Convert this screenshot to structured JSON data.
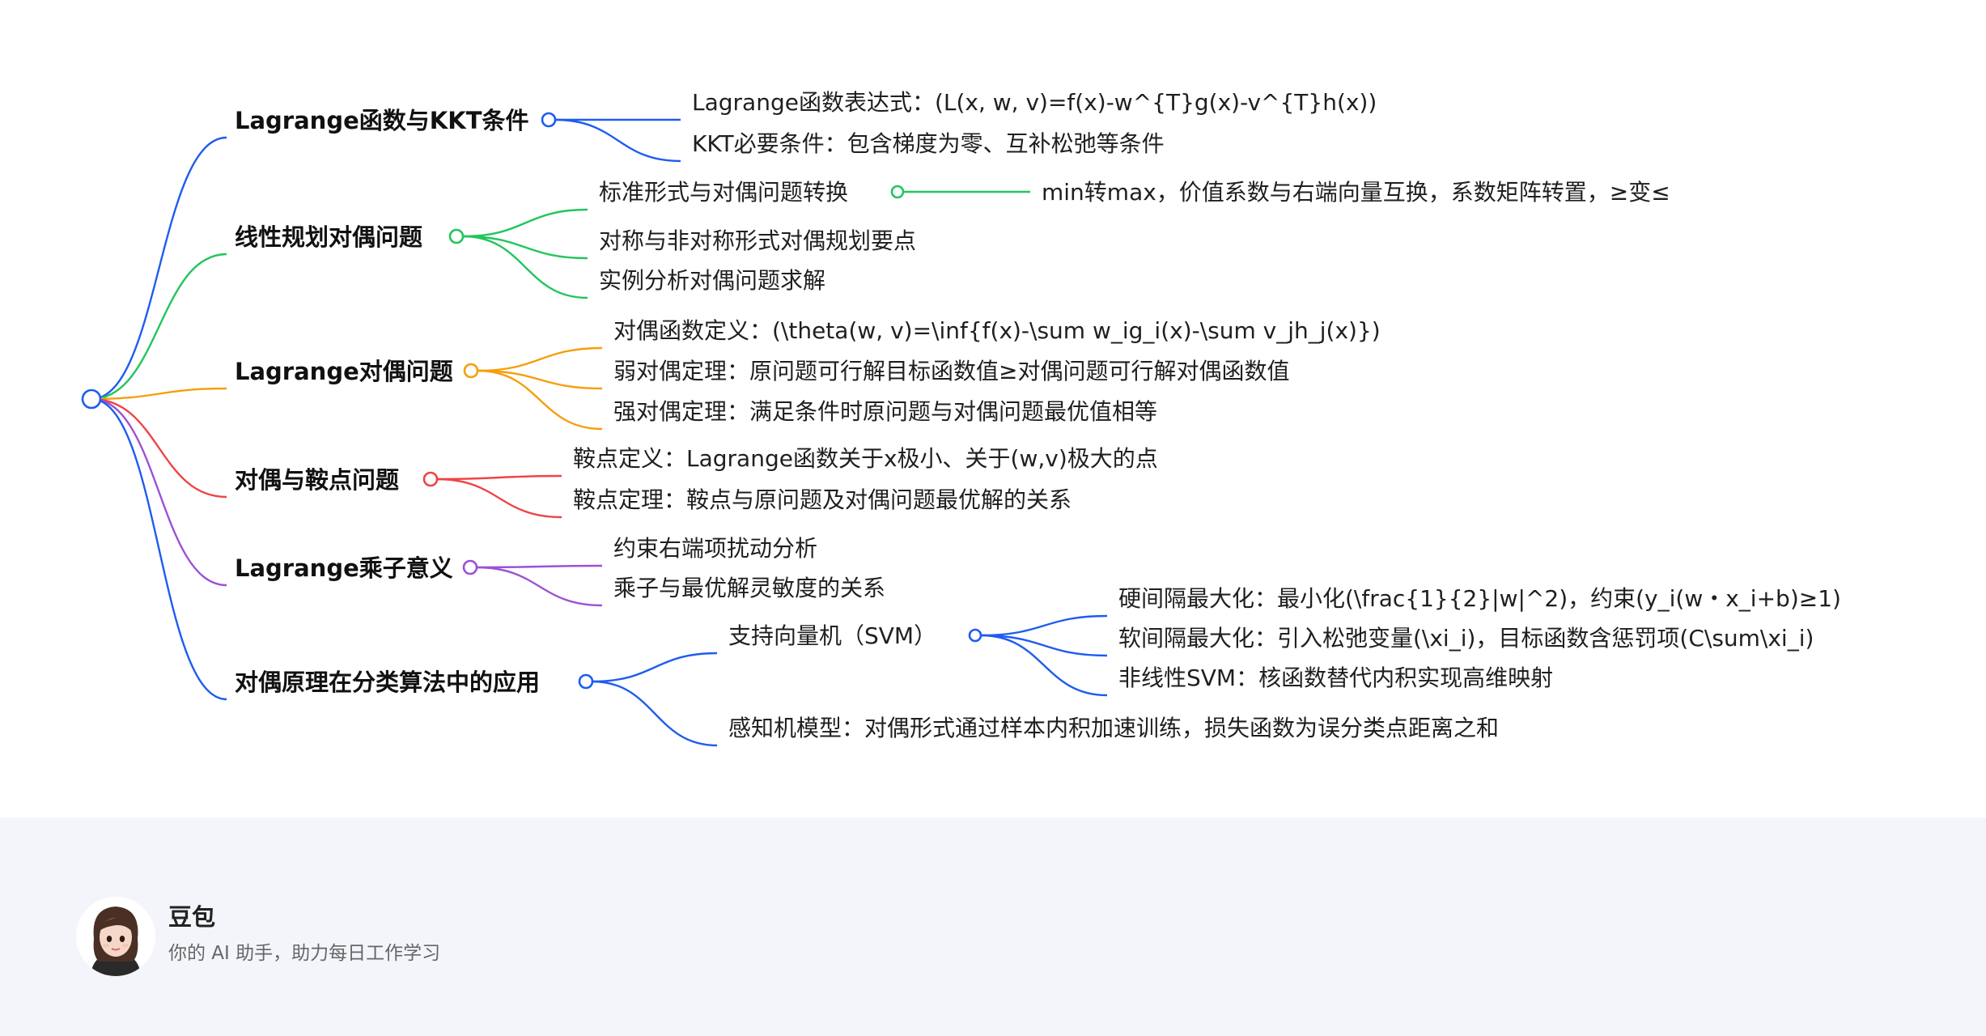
{
  "mindmap": {
    "branches": [
      {
        "title": "Lagrange函数与KKT条件",
        "color": "#1e5cf0",
        "children": [
          {
            "text": "Lagrange函数表达式：(L(x, w, v)=f(x)-w^{T}g(x)-v^{T}h(x))",
            "children": []
          },
          {
            "text": "KKT必要条件：包含梯度为零、互补松弛等条件",
            "children": []
          }
        ]
      },
      {
        "title": "线性规划对偶问题",
        "color": "#22c55e",
        "children": [
          {
            "text": "标准形式与对偶问题转换",
            "children": [
              {
                "text": "min转max，价值系数与右端向量互换，系数矩阵转置，≥变≤"
              }
            ]
          },
          {
            "text": "对称与非对称形式对偶规划要点",
            "children": []
          },
          {
            "text": "实例分析对偶问题求解",
            "children": []
          }
        ]
      },
      {
        "title": "Lagrange对偶问题",
        "color": "#f59e0b",
        "children": [
          {
            "text": "对偶函数定义：(\\theta(w, v)=\\inf{f(x)-\\sum w_ig_i(x)-\\sum v_jh_j(x)})",
            "children": []
          },
          {
            "text": "弱对偶定理：原问题可行解目标函数值≥对偶问题可行解对偶函数值",
            "children": []
          },
          {
            "text": "强对偶定理：满足条件时原问题与对偶问题最优值相等",
            "children": []
          }
        ]
      },
      {
        "title": "对偶与鞍点问题",
        "color": "#ef4444",
        "children": [
          {
            "text": "鞍点定义：Lagrange函数关于x极小、关于(w,v)极大的点",
            "children": []
          },
          {
            "text": "鞍点定理：鞍点与原问题及对偶问题最优解的关系",
            "children": []
          }
        ]
      },
      {
        "title": "Lagrange乘子意义",
        "color": "#9b51d6",
        "children": [
          {
            "text": "约束右端项扰动分析",
            "children": []
          },
          {
            "text": "乘子与最优解灵敏度的关系",
            "children": []
          }
        ]
      },
      {
        "title": "对偶原理在分类算法中的应用",
        "color": "#1e5cf0",
        "children": [
          {
            "text": "支持向量机（SVM）",
            "children": [
              {
                "text": "硬间隔最大化：最小化(\\frac{1}{2}|w|^2)，约束(y_i(w・x_i+b)≥1)"
              },
              {
                "text": "软间隔最大化：引入松弛变量(\\xi_i)，目标函数含惩罚项(C\\sum\\xi_i)"
              },
              {
                "text": "非线性SVM：核函数替代内积实现高维映射"
              }
            ]
          },
          {
            "text": "感知机模型：对偶形式通过样本内积加速训练，损失函数为误分类点距离之和",
            "children": []
          }
        ]
      }
    ]
  },
  "footer": {
    "brand_name": "豆包",
    "tagline": "你的 AI 助手，助力每日工作学习"
  }
}
